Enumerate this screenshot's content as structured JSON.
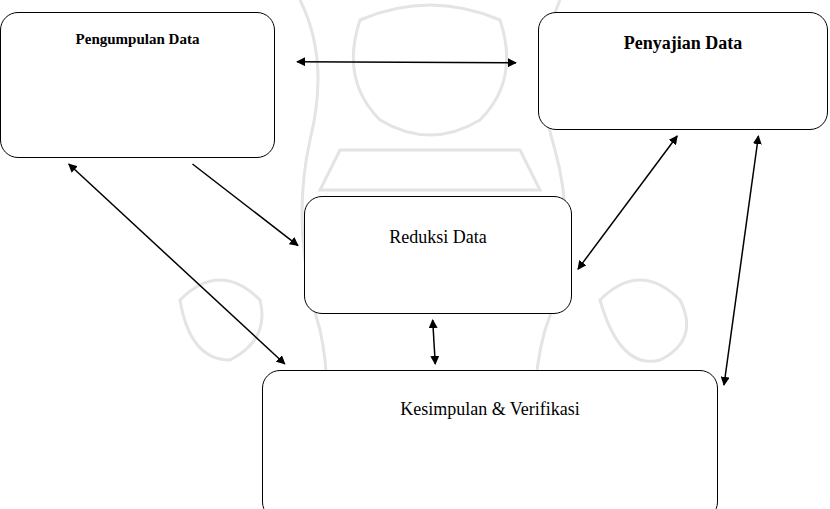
{
  "diagram": {
    "nodes": [
      {
        "text": [
          "Pengumpulan Data"
        ]
      },
      {
        "text": [
          "Penyajian Data"
        ]
      },
      {
        "text": [
          "Reduksi Data"
        ]
      },
      {
        "text": [
          "Kesimpulan & Verifikasi"
        ]
      }
    ],
    "edges": [
      {
        "from": 0,
        "to": 1,
        "arrow": "both"
      },
      {
        "from": 0,
        "to": 2,
        "arrow": "to"
      },
      {
        "from": 0,
        "to": 3,
        "arrow": "both"
      },
      {
        "from": 2,
        "to": 3,
        "arrow": "both"
      },
      {
        "from": 1,
        "to": 2,
        "arrow": "both"
      },
      {
        "from": 1,
        "to": 3,
        "arrow": "both"
      }
    ]
  }
}
